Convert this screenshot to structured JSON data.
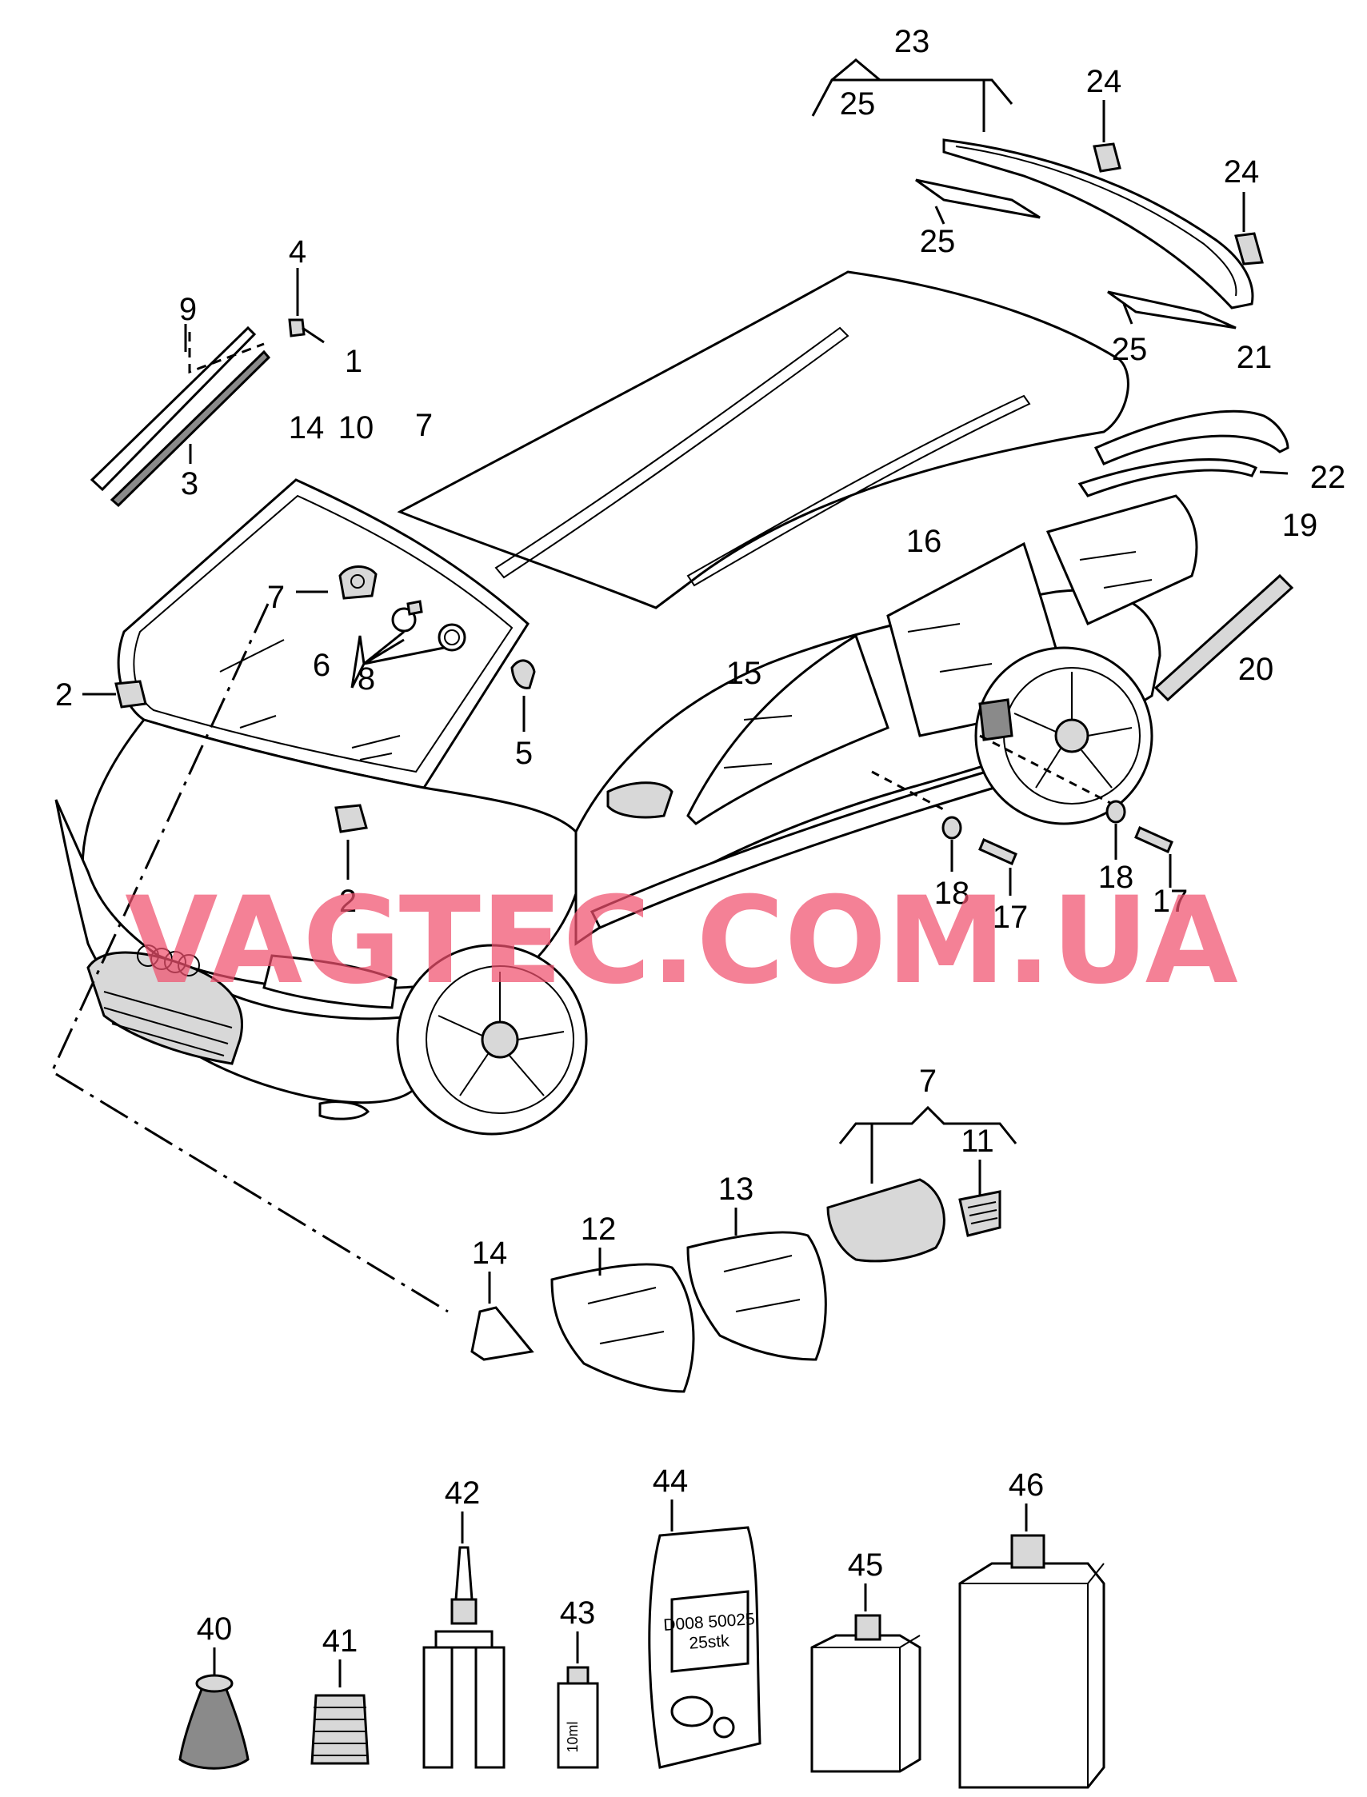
{
  "watermark": "VAGTEC.COM.UA",
  "callouts": [
    {
      "id": "c23",
      "text": "23"
    },
    {
      "id": "c25a",
      "text": "25"
    },
    {
      "id": "c24a",
      "text": "24"
    },
    {
      "id": "c24b",
      "text": "24"
    },
    {
      "id": "c25b",
      "text": "25"
    },
    {
      "id": "c25c",
      "text": "25"
    },
    {
      "id": "c4",
      "text": "4"
    },
    {
      "id": "c9",
      "text": "9"
    },
    {
      "id": "c1",
      "text": "1"
    },
    {
      "id": "c14a",
      "text": "14"
    },
    {
      "id": "c10",
      "text": "10"
    },
    {
      "id": "c7a",
      "text": "7"
    },
    {
      "id": "c3",
      "text": "3"
    },
    {
      "id": "c21",
      "text": "21"
    },
    {
      "id": "c22",
      "text": "22"
    },
    {
      "id": "c19",
      "text": "19"
    },
    {
      "id": "c16",
      "text": "16"
    },
    {
      "id": "c7b",
      "text": "7"
    },
    {
      "id": "c6",
      "text": "6"
    },
    {
      "id": "c8",
      "text": "8"
    },
    {
      "id": "c2a",
      "text": "2"
    },
    {
      "id": "c5",
      "text": "5"
    },
    {
      "id": "c15",
      "text": "15"
    },
    {
      "id": "c20",
      "text": "20"
    },
    {
      "id": "c2b",
      "text": "2"
    },
    {
      "id": "c18a",
      "text": "18"
    },
    {
      "id": "c17a",
      "text": "17"
    },
    {
      "id": "c18b",
      "text": "18"
    },
    {
      "id": "c17b",
      "text": "17"
    },
    {
      "id": "c7c",
      "text": "7"
    },
    {
      "id": "c11",
      "text": "11"
    },
    {
      "id": "c13",
      "text": "13"
    },
    {
      "id": "c12",
      "text": "12"
    },
    {
      "id": "c14b",
      "text": "14"
    },
    {
      "id": "c44",
      "text": "44"
    },
    {
      "id": "c46",
      "text": "46"
    },
    {
      "id": "c42",
      "text": "42"
    },
    {
      "id": "c45",
      "text": "45"
    },
    {
      "id": "c40",
      "text": "40"
    },
    {
      "id": "c41",
      "text": "41"
    },
    {
      "id": "c43",
      "text": "43"
    }
  ],
  "labels": {
    "bag_code_1": "D008 50025",
    "bag_code_2": "25stk",
    "vial": "10ml"
  }
}
